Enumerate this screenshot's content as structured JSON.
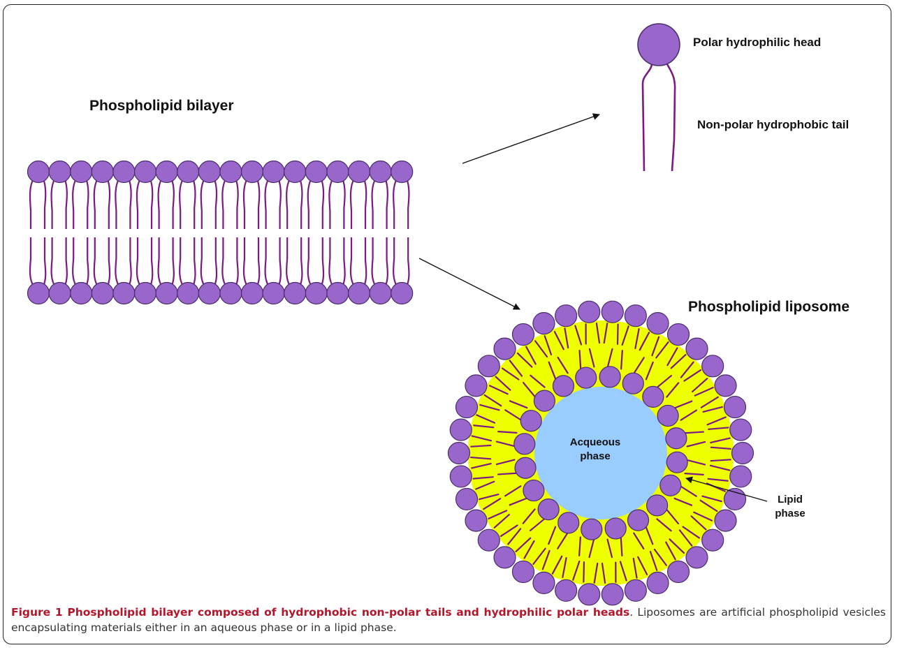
{
  "colors": {
    "head_fill": "#9966cc",
    "head_stroke": "#4a2d6b",
    "tail": "#7a1a82",
    "lipid_phase": "#eeff00",
    "aqueous_phase": "#99ccff"
  },
  "labels": {
    "bilayer_title": "Phospholipid bilayer",
    "head": "Polar hydrophilic head",
    "tail": "Non-polar hydrophobic tail",
    "liposome_title": "Phospholipid liposome",
    "aqueous_line1": "Acqueous",
    "aqueous_line2": "phase",
    "lipid_line1": "Lipid",
    "lipid_line2": "phase"
  },
  "caption": {
    "title": "Figure 1 Phospholipid bilayer composed of hydrophobic non-polar tails and hydrophilic polar heads",
    "body": ". Liposomes are artificial phospholipid vesicles encapsulating materials either in an aqueous phase or in a lipid phase."
  }
}
